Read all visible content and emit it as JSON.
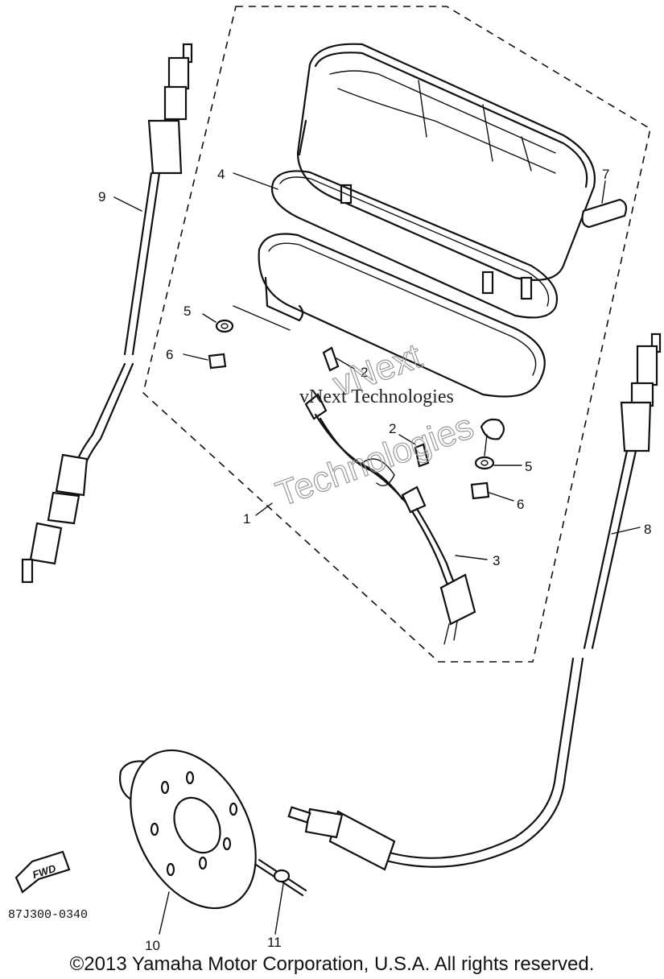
{
  "labels": {
    "l1": "1",
    "l2a": "2",
    "l2b": "2",
    "l3": "3",
    "l4": "4",
    "l5a": "5",
    "l5b": "5",
    "l6a": "6",
    "l6b": "6",
    "l7": "7",
    "l8": "8",
    "l9": "9",
    "l10": "10",
    "l11": "11"
  },
  "fwd_label": "FWD",
  "part_number": "87J300-0340",
  "watermark_line": "vNext Technologies",
  "watermark_outline_1": "vNext",
  "watermark_outline_2": "Technologies",
  "copyright": "©2013 Yamaha Motor Corporation, U.S.A. All rights reserved."
}
